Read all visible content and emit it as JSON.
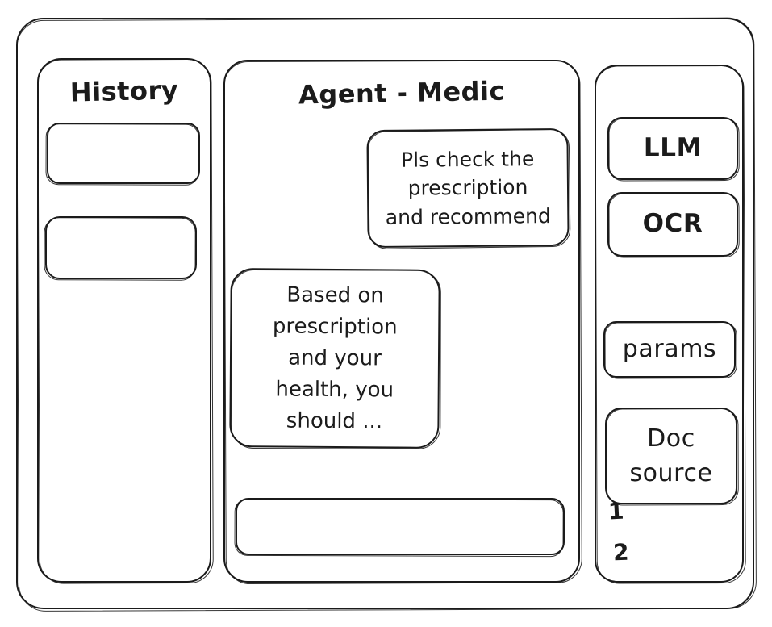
{
  "window": {
    "title": "Agent - Medic"
  },
  "history": {
    "title": "History",
    "items": [
      {
        "label": ""
      },
      {
        "label": ""
      }
    ]
  },
  "chat": {
    "title": "Agent - Medic",
    "messages": [
      {
        "role": "user",
        "text": "Pls check the\nprescription\nand recommend"
      },
      {
        "role": "agent",
        "text": "Based on\nprescription\nand your\nhealth, you\nshould ..."
      }
    ],
    "composer": {
      "value": "",
      "placeholder": ""
    }
  },
  "tools": {
    "buttons": [
      {
        "name": "llm",
        "label": "LLM"
      },
      {
        "name": "ocr",
        "label": "OCR"
      },
      {
        "name": "params",
        "label": "params"
      },
      {
        "name": "doc-source",
        "label": "Doc\nsource"
      }
    ],
    "annotations": [
      {
        "label": "1"
      },
      {
        "label": "2"
      }
    ]
  },
  "colors": {
    "stroke": "#1b1b1b",
    "background": "#ffffff"
  }
}
